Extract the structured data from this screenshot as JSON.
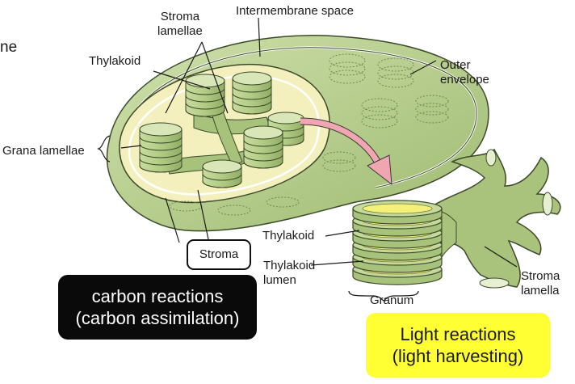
{
  "fragment": "ne",
  "labels": {
    "stroma_lamellae_top": "Stroma\nlamellae",
    "intermembrane": "Intermembrane space",
    "thylakoid_top": "Thylakoid",
    "outer_envelope": "Outer\nenvelope",
    "grana_lamellae": "Grana lamellae",
    "stroma": "Stroma",
    "thylakoid_granum": "Thylakoid",
    "thylakoid_lumen": "Thylakoid\nlumen",
    "granum": "Granum",
    "stroma_lamella": "Stroma\nlamella"
  },
  "callouts": {
    "carbon_line1": "carbon reactions",
    "carbon_line2": "(carbon assimilation)",
    "light_line1": "Light reactions",
    "light_line2": "(light harvesting)"
  },
  "colors": {
    "outer_green": "#b9d08f",
    "inner_green": "#a7c27a",
    "stroma_fill": "#f3f0bd",
    "lumen_yellow": "#f5f07a",
    "arrow_pink": "#f0a6b0",
    "carbon_box": "#0a0a0a",
    "light_box": "#ffff33"
  }
}
